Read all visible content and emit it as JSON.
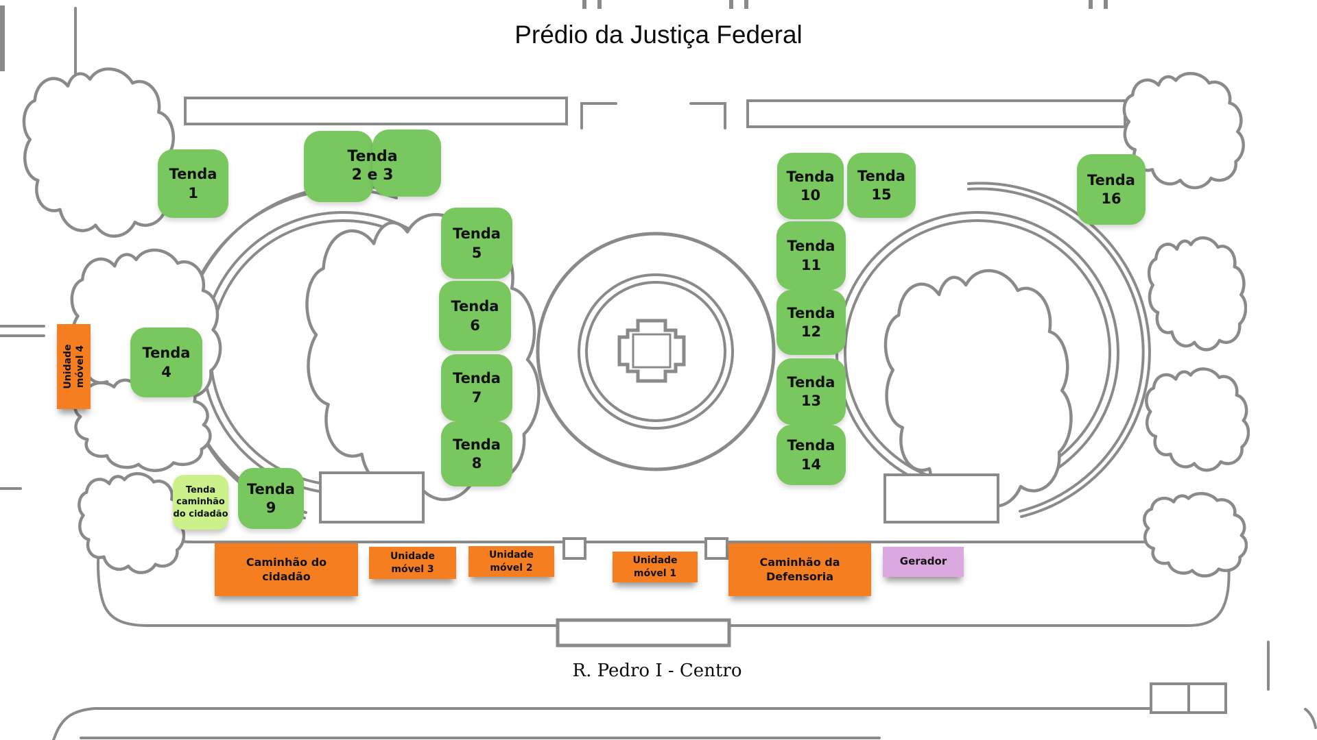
{
  "title": "Prédio da Justiça Federal",
  "street": "R. Pedro I - Centro",
  "colors": {
    "tent_green": "#79C75F",
    "tent_light_green": "#CCF18B",
    "unit_orange": "#F57E20",
    "generator_purple": "#DCA8E0",
    "map_line_gray": "#8A8A8A",
    "text_black": "#111111"
  },
  "tents": {
    "t1": {
      "name": "Tenda",
      "num": "1"
    },
    "t2e3": {
      "name": "Tenda",
      "num": "2 e 3"
    },
    "t4": {
      "name": "Tenda",
      "num": "4"
    },
    "t5": {
      "name": "Tenda",
      "num": "5"
    },
    "t6": {
      "name": "Tenda",
      "num": "6"
    },
    "t7": {
      "name": "Tenda",
      "num": "7"
    },
    "t8": {
      "name": "Tenda",
      "num": "8"
    },
    "t9": {
      "name": "Tenda",
      "num": "9"
    },
    "t10": {
      "name": "Tenda",
      "num": "10"
    },
    "t11": {
      "name": "Tenda",
      "num": "11"
    },
    "t12": {
      "name": "Tenda",
      "num": "12"
    },
    "t13": {
      "name": "Tenda",
      "num": "13"
    },
    "t14": {
      "name": "Tenda",
      "num": "14"
    },
    "t15": {
      "name": "Tenda",
      "num": "15"
    },
    "t16": {
      "name": "Tenda",
      "num": "16"
    }
  },
  "special_tent": {
    "line1": "Tenda",
    "line2": "caminhão",
    "line3": "do cidadão"
  },
  "units": {
    "movel4": {
      "line1": "Unidade",
      "line2": "móvel 4"
    },
    "caminhao_cidadao": {
      "line1": "Caminhão do",
      "line2": "cidadão"
    },
    "movel3": {
      "line1": "Unidade",
      "line2": "móvel 3"
    },
    "movel2": {
      "line1": "Unidade",
      "line2": "móvel 2"
    },
    "movel1": {
      "line1": "Unidade",
      "line2": "móvel 1"
    },
    "caminhao_defensoria": {
      "line1": "Caminhão da",
      "line2": "Defensoria"
    },
    "gerador": {
      "label": "Gerador"
    }
  }
}
